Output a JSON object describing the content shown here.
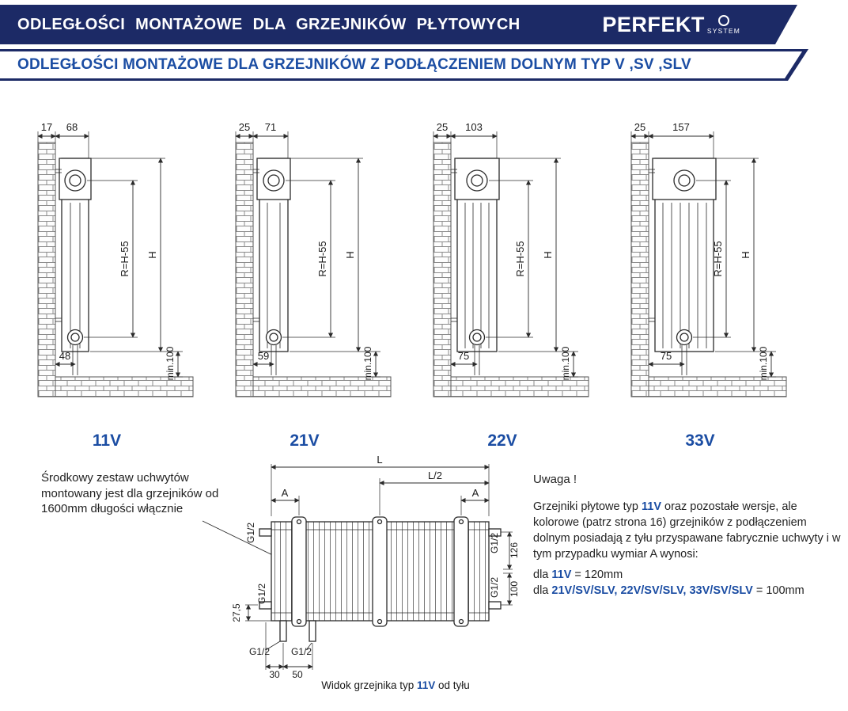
{
  "header": {
    "title": "ODLEGŁOŚCI  MONTAŻOWE  DLA  GRZEJNIKÓW  PŁYTOWYCH",
    "brand": "PERFEKT",
    "brand_sub": "SYSTEM"
  },
  "subheader": {
    "title": "ODLEGŁOŚCI MONTAŻOWE DLA GRZEJNIKÓW Z PODŁĄCZENIEM DOLNYM TYP V ,SV ,SLV"
  },
  "diagrams": [
    {
      "type_label": "11V",
      "wall_offset": "17",
      "depth": "68",
      "radius_dim": "R=H-55",
      "height_dim": "H",
      "pipe_offset": "48",
      "floor_clearance": "min.100"
    },
    {
      "type_label": "21V",
      "wall_offset": "25",
      "depth": "71",
      "radius_dim": "R=H-55",
      "height_dim": "H",
      "pipe_offset": "59",
      "floor_clearance": "min.100"
    },
    {
      "type_label": "22V",
      "wall_offset": "25",
      "depth": "103",
      "radius_dim": "R=H-55",
      "height_dim": "H",
      "pipe_offset": "75",
      "floor_clearance": "min.100"
    },
    {
      "type_label": "33V",
      "wall_offset": "25",
      "depth": "157",
      "radius_dim": "R=H-55",
      "height_dim": "H",
      "pipe_offset": "75",
      "floor_clearance": "min.100"
    }
  ],
  "bracket_note": {
    "text": "Środkowy zestaw uchwytów montowany jest dla grzejników od 1600mm długości włącznie"
  },
  "rear_view": {
    "dims": {
      "length": "L",
      "half_length": "L/2",
      "a_left": "A",
      "a_right": "A",
      "thread_tl": "G1/2",
      "thread_tr": "G1/2",
      "d126": "126",
      "thread_bl": "G1/2",
      "d27_5": "27,5",
      "thread_br": "G1/2",
      "d100": "100",
      "thread_b1": "G1/2",
      "thread_b2": "G1/2",
      "d30": "30",
      "d50": "50"
    },
    "caption": {
      "part1": "Widok grzejnika typ ",
      "type": "11V",
      "part2": " od tyłu"
    }
  },
  "notice": {
    "title": "Uwaga !",
    "p1_pre": "Grzejniki płytowe typ ",
    "p1_type": "11V",
    "p1_post": " oraz pozostałe wersje, ale kolorowe (patrz strona 16) grzejników z podłączeniem dolnym posiadają z tyłu przyspawane fabrycznie uchwyty i w tym przypadku wymiar A wynosi:",
    "line2_pre": "dla ",
    "line2_type": "11V",
    "line2_post": " = 120mm",
    "line3_pre": "dla ",
    "line3_types": "21V/SV/SLV, 22V/SV/SLV, 33V/SV/SLV",
    "line3_post": " = 100mm"
  },
  "colors": {
    "header_navy": "#1c2a66",
    "accent_blue": "#1b4da3"
  }
}
